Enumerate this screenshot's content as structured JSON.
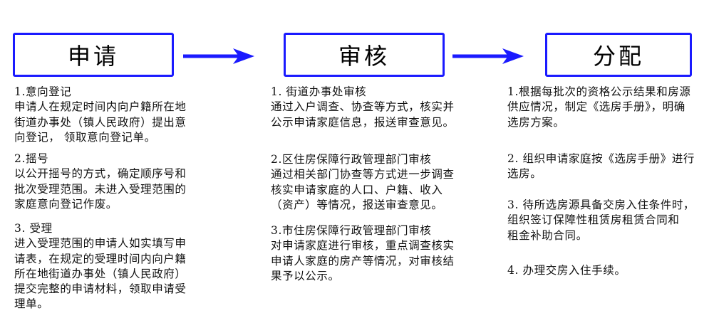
{
  "stages": [
    {
      "title": "申请"
    },
    {
      "title": "审核"
    },
    {
      "title": "分配"
    }
  ],
  "colors": {
    "box_border": "#1a1aff",
    "arrow": "#1a1aff"
  },
  "columns": [
    {
      "paragraphs": [
        {
          "lines": [
            "1.意向登记",
            "申请人在规定时间内向户籍所在地",
            "街道办事处（镇人民政府）提出意",
            "向登记， 领取意向登记单。"
          ]
        },
        {
          "lines": [
            "2.摇号",
            "以公开摇号的方式，确定顺序号和",
            "批次受理范围。未进入受理范围的",
            "家庭意向登记作废。"
          ]
        },
        {
          "lines": [
            "3. 受理",
            "进入受理范围的申请人如实填写申",
            "请表，在规定的受理时间内向户籍",
            "所在地街道办事处（镇人民政府）",
            "提交完整的申请材料，领取申请受",
            "理单。"
          ]
        }
      ]
    },
    {
      "paragraphs": [
        {
          "lines": [
            "1.  街道办事处审核",
            "通过入户调查、协查等方式，核实并",
            "公示申请家庭信息，报送审查意见。"
          ]
        },
        {
          "lines": [
            "2.区住房保障行政管理部门审核",
            "通过相关部门协查等方式进一步调查",
            "核实申请家庭的人口、户籍、收入",
            "（资产）等情况，报送审查意见。"
          ]
        },
        {
          "lines": [
            "3.市住房保障行政管理部门审核",
            "对申请家庭进行审核，重点调查核实",
            "申请人家庭的房产等情况，对审核结",
            "果予以公示。"
          ]
        }
      ]
    },
    {
      "paragraphs": [
        {
          "lines": [
            "1.根据每批次的资格公示结果和房源",
            "供应情况，制定《选房手册》，明确",
            "选房方案。"
          ]
        },
        {
          "lines": [
            "2. 组织申请家庭按《选房手册》进行",
            "选房。"
          ]
        },
        {
          "lines": [
            "3. 待所选房源具备交房入住条件时，",
            "组织签订保障性租赁房租赁合同和",
            "租金补助合同。"
          ]
        },
        {
          "lines": [
            "4. 办理交房入住手续。"
          ]
        }
      ]
    }
  ]
}
